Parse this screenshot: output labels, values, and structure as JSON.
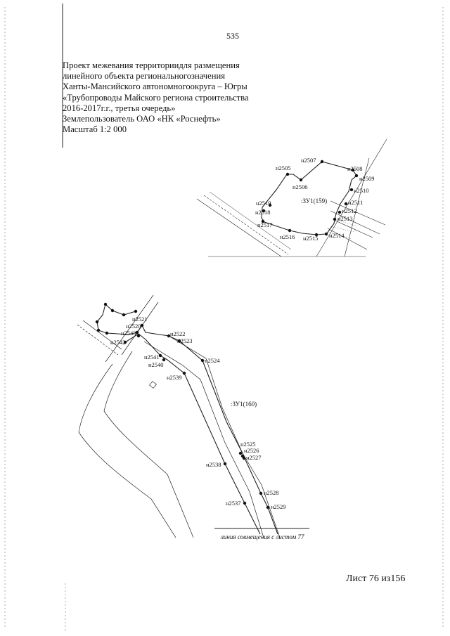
{
  "page_number": "535",
  "heading_lines": [
    "Проект межевания территориидля размещения",
    "линейного объекта региональногозначения",
    "Ханты-Мансийского автономногоокруга – Югры",
    "«Трубопроводы Майского региона строительства",
    "2016-2017г.г., третья очередь»",
    "Землепользователь ОАО «НК «Роснефть»",
    "Масштаб 1:2 000"
  ],
  "plan": {
    "upper_zone_label": ":ЗУ1(159)",
    "lower_zone_label": ":ЗУ1(160)",
    "match_line_label": "линия совмещения с листом 77",
    "upper_points": [
      "н2505",
      "н2506",
      "н2507",
      "н2508",
      "н2509",
      "н2510",
      "н2511",
      "н2512",
      "н2513",
      "н2514",
      "н2515",
      "н2516",
      "н2517",
      "н2518",
      "н2519"
    ],
    "lower_points": [
      "н2520",
      "н2521",
      "н2522",
      "н2523",
      "н2524",
      "н2525",
      "н2526",
      "н2527",
      "н2528",
      "н2529",
      "н2537",
      "н2538",
      "н2539",
      "н2540",
      "н2541",
      "н2542",
      "н2543"
    ]
  },
  "sheet_label": "Лист 76 из156"
}
